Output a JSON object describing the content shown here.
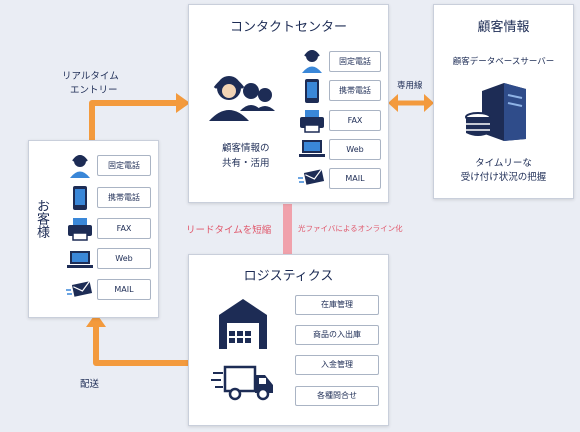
{
  "customer": {
    "title": "お客様",
    "channels": [
      "固定電話",
      "携帯電話",
      "FAX",
      "Web",
      "MAIL"
    ]
  },
  "contact_center": {
    "title": "コンタクトセンター",
    "caption": [
      "顧客情報の",
      "共有・活用"
    ],
    "channels": [
      "固定電話",
      "携帯電話",
      "FAX",
      "Web",
      "MAIL"
    ]
  },
  "customer_info": {
    "title": "顧客情報",
    "server_label": "顧客データベースサーバー",
    "caption": [
      "タイムリーな",
      "受け付け状況の把握"
    ]
  },
  "logistics": {
    "title": "ロジスティクス",
    "items": [
      "在庫管理",
      "商品の入出庫",
      "入金管理",
      "各種問合せ"
    ]
  },
  "labels": {
    "realtime_entry": [
      "リアルタイム",
      "エントリー"
    ],
    "dedicated_line": "専用線",
    "lead_time": "リードタイムを短縮",
    "fiber_online": "光ファイバによるオンライン化",
    "delivery": "配送"
  },
  "colors": {
    "arrow_orange": "#f39a3d",
    "connector_pink": "#f0a1ab",
    "navy": "#1d2c55",
    "blue": "#3a87d8"
  }
}
